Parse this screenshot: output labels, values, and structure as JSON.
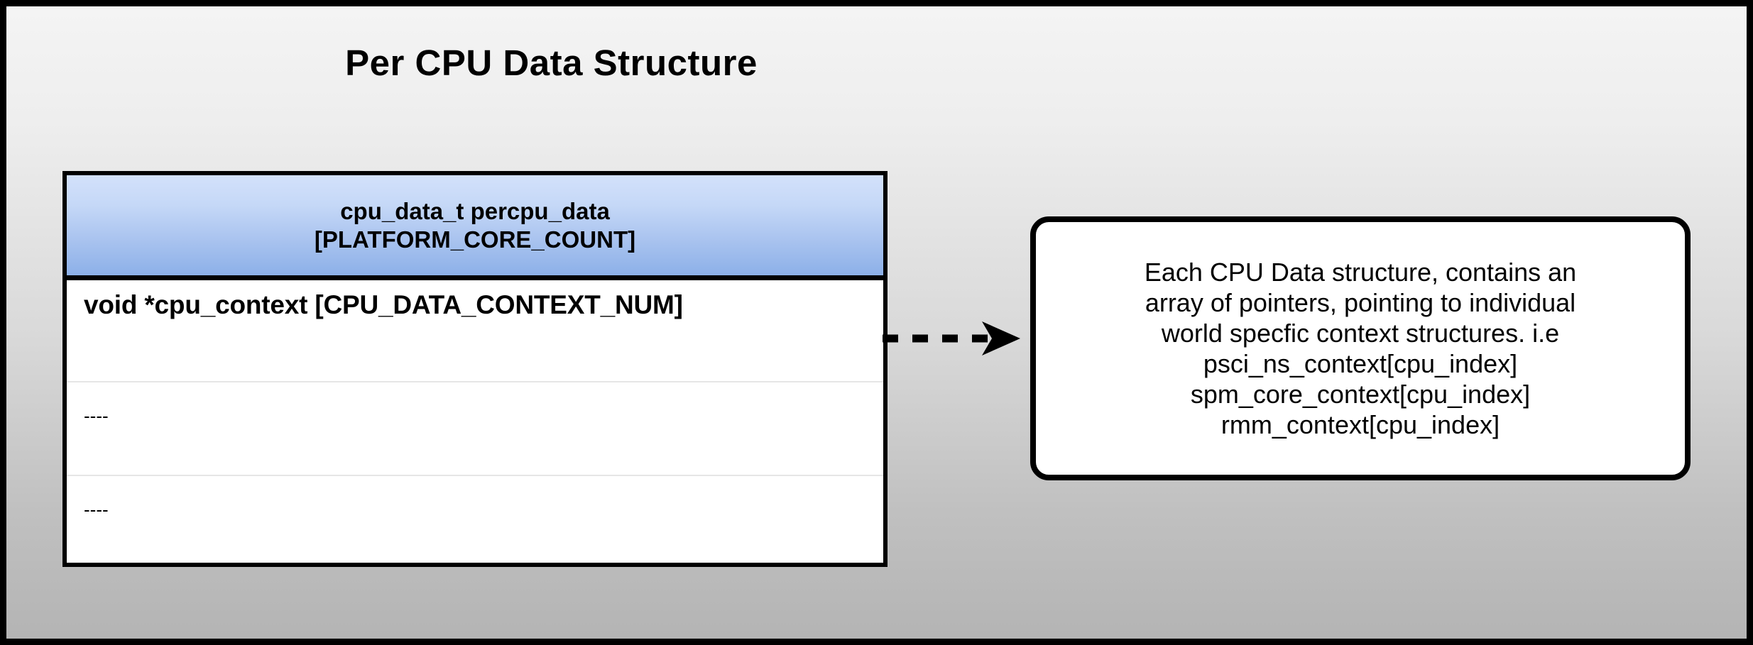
{
  "diagram": {
    "title": "Per CPU Data Structure",
    "background_top_color": "#f4f4f4",
    "background_bottom_color": "#b4b4b4",
    "border_color": "#000000"
  },
  "struct_table": {
    "header": {
      "line1": "cpu_data_t percpu_data",
      "line2": "[PLATFORM_CORE_COUNT]",
      "gradient_top_color": "#d3e1fb",
      "gradient_bottom_color": "#8cb0e8"
    },
    "rows": [
      {
        "text": "void *cpu_context [CPU_DATA_CONTEXT_NUM]"
      },
      {
        "text": "----"
      },
      {
        "text": "----"
      }
    ]
  },
  "connector": {
    "style": "dashed",
    "arrowhead": "filled-triangle",
    "direction": "right",
    "color": "#000000"
  },
  "callout": {
    "lines": [
      "Each CPU Data structure, contains an",
      "array of pointers, pointing to individual",
      "world specfic context structures. i.e",
      "psci_ns_context[cpu_index]",
      "spm_core_context[cpu_index]",
      "rmm_context[cpu_index]"
    ],
    "border_color": "#000000",
    "fill_color": "#ffffff"
  }
}
